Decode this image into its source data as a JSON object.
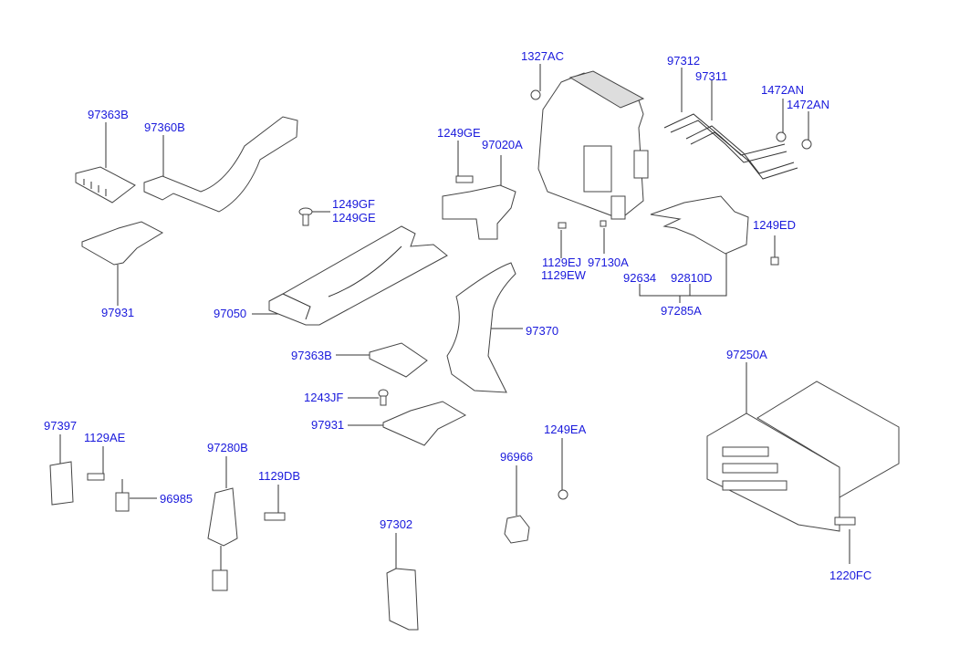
{
  "diagram": {
    "title": "Heater & A/C unit parts diagram",
    "label_color": "#1a1adc",
    "labels": {
      "p97363B_top": "97363B",
      "p97360B": "97360B",
      "p97931_top": "97931",
      "p97050": "97050",
      "p1249GF": "1249GF",
      "p1249GE_a": "1249GE",
      "p1249GE_b": "1249GE",
      "p97020A": "97020A",
      "p1327AC": "1327AC",
      "p97312": "97312",
      "p97311": "97311",
      "p1472AN_a": "1472AN",
      "p1472AN_b": "1472AN",
      "p1249ED": "1249ED",
      "p1129EJ": "1129EJ",
      "p1129EW": "1129EW",
      "p97130A": "97130A",
      "p92634": "92634",
      "p92810D": "92810D",
      "p97285A": "97285A",
      "p97370": "97370",
      "p97363B_mid": "97363B",
      "p1243JF": "1243JF",
      "p97931_mid": "97931",
      "p97397": "97397",
      "p1129AE": "1129AE",
      "p96985": "96985",
      "p97280B": "97280B",
      "p1129DB": "1129DB",
      "p97302": "97302",
      "p1249EA": "1249EA",
      "p96966": "96966",
      "p97250A": "97250A",
      "p1220FC": "1220FC"
    }
  }
}
